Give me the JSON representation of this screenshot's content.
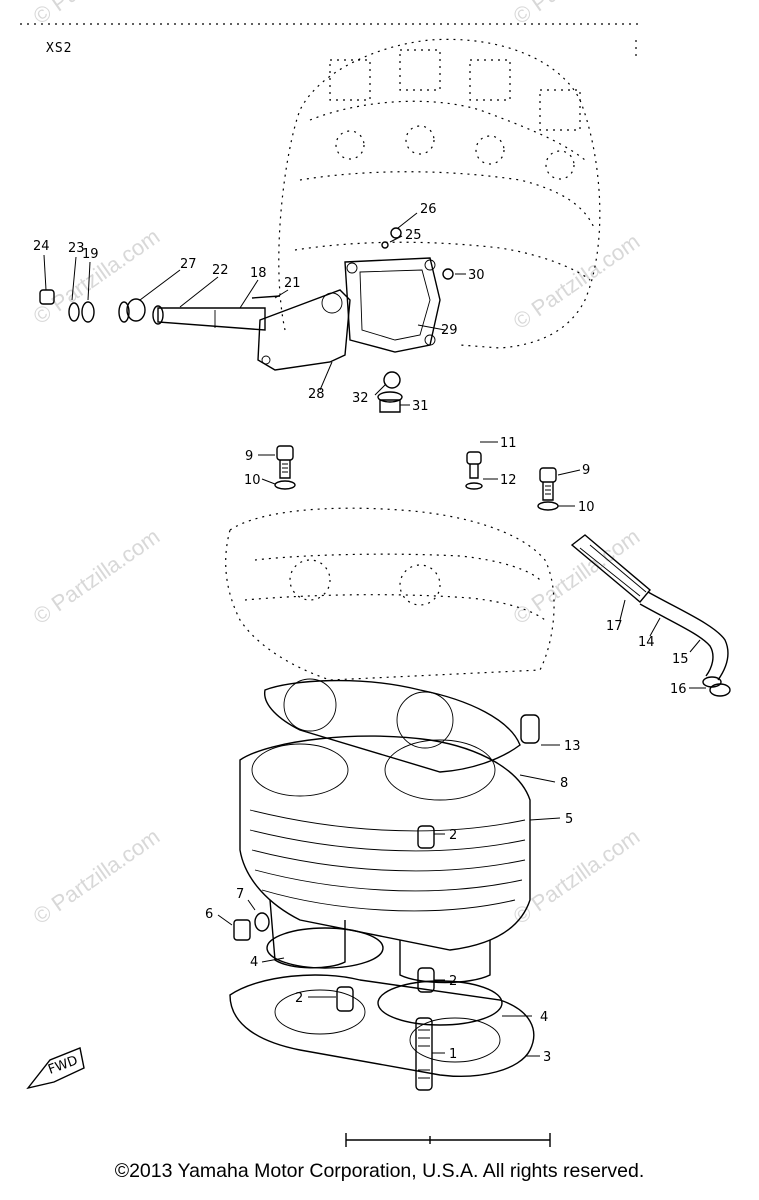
{
  "model_code": "XS2",
  "watermark_text": "© Partzilla.com",
  "fwd_label": "FWD",
  "copyright": "©2013 Yamaha Motor Corporation, U.S.A. All rights reserved.",
  "callouts": {
    "c1": "1",
    "c2a": "2",
    "c2b": "2",
    "c2c": "2",
    "c3": "3",
    "c4a": "4",
    "c4b": "4",
    "c5": "5",
    "c6": "6",
    "c7": "7",
    "c8": "8",
    "c9a": "9",
    "c9b": "9",
    "c10a": "10",
    "c10b": "10",
    "c11": "11",
    "c12": "12",
    "c13": "13",
    "c14": "14",
    "c15": "15",
    "c16": "16",
    "c17": "17",
    "c18": "18",
    "c19": "19",
    "c21": "21",
    "c22": "22",
    "c23": "23",
    "c24": "24",
    "c25": "25",
    "c26": "26",
    "c27": "27",
    "c28": "28",
    "c29": "29",
    "c30": "30",
    "c31": "31",
    "c32": "32"
  }
}
